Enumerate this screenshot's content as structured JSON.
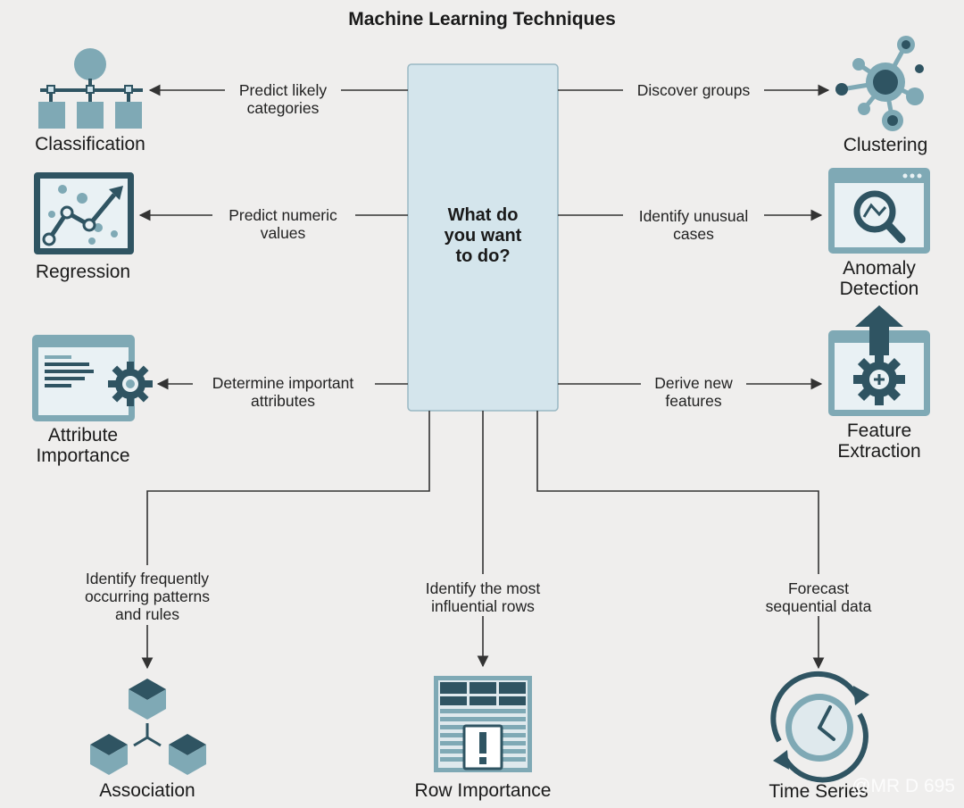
{
  "title": "Machine Learning Techniques",
  "center": {
    "lines": [
      "What do",
      "you want",
      "to do?"
    ]
  },
  "techniques": {
    "classification": {
      "label": [
        "Classification"
      ],
      "desc": [
        "Predict likely",
        "categories"
      ],
      "icon": "hierarchy-tree-icon"
    },
    "regression": {
      "label": [
        "Regression"
      ],
      "desc": [
        "Predict numeric",
        "values"
      ],
      "icon": "trend-chart-icon"
    },
    "attribute_importance": {
      "label": [
        "Attribute",
        "Importance"
      ],
      "desc": [
        "Determine important",
        "attributes"
      ],
      "icon": "window-gear-icon"
    },
    "clustering": {
      "label": [
        "Clustering"
      ],
      "desc": [
        "Discover groups"
      ],
      "icon": "network-nodes-icon"
    },
    "anomaly_detection": {
      "label": [
        "Anomaly",
        "Detection"
      ],
      "desc": [
        "Identify unusual",
        "cases"
      ],
      "icon": "magnifier-window-icon"
    },
    "feature_extraction": {
      "label": [
        "Feature",
        "Extraction"
      ],
      "desc": [
        "Derive new",
        "features"
      ],
      "icon": "window-gear-arrow-icon"
    },
    "association": {
      "label": [
        "Association"
      ],
      "desc": [
        "Identify frequently",
        "occurring patterns",
        "and rules"
      ],
      "icon": "linked-cubes-icon"
    },
    "row_importance": {
      "label": [
        "Row Importance"
      ],
      "desc": [
        "Identify the most",
        "influential rows"
      ],
      "icon": "table-alert-icon"
    },
    "time_series": {
      "label": [
        "Time Series"
      ],
      "desc": [
        "Forecast",
        "sequential data"
      ],
      "icon": "clock-cycle-icon"
    }
  },
  "watermark": "@MR D 695",
  "colors": {
    "background": "#efeeed",
    "dark_teal": "#2f5462",
    "mid_teal": "#7fa9b5",
    "light_blue": "#cfe2ea",
    "center_box": "#d4e5ec"
  }
}
